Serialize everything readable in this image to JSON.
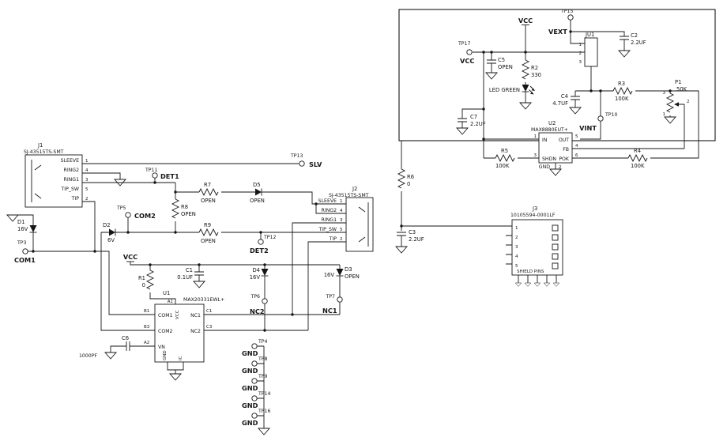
{
  "colors": {
    "ink": "#161616",
    "background": "#ffffff"
  },
  "left": {
    "j1": {
      "ref": "J1",
      "part": "SJ-43515TS-SMT",
      "pins": [
        {
          "name": "SLEEVE",
          "num": "1"
        },
        {
          "name": "RING2",
          "num": "4"
        },
        {
          "name": "RING1",
          "num": "3"
        },
        {
          "name": "TIP_SW",
          "num": "5"
        },
        {
          "name": "TIP",
          "num": "2"
        }
      ]
    },
    "j2": {
      "ref": "J2",
      "part": "SJ-43515TS-SMT",
      "pins": [
        {
          "name": "SLEEVE",
          "num": "1"
        },
        {
          "name": "RING2",
          "num": "4"
        },
        {
          "name": "RING1",
          "num": "3"
        },
        {
          "name": "TIP_SW",
          "num": "5"
        },
        {
          "name": "TIP",
          "num": "2"
        }
      ]
    },
    "u1": {
      "ref": "U1",
      "part": "MAX20331EWL+",
      "pins_left": [
        {
          "num": "B1",
          "name": "COM1"
        },
        {
          "num": "B3",
          "name": "COM2"
        },
        {
          "num": "A2",
          "name": "VN"
        }
      ],
      "pins_right": [
        {
          "num": "C1",
          "name": "NC1"
        },
        {
          "num": "C3",
          "name": "NC2"
        }
      ],
      "pin_top": {
        "num": "A1",
        "name": "VCC"
      },
      "pins_bottom": [
        {
          "name": "GND"
        },
        {
          "name": "IC"
        }
      ]
    },
    "r1": {
      "ref": "R1",
      "value": "0"
    },
    "r7": {
      "ref": "R7",
      "value": "OPEN"
    },
    "r8": {
      "ref": "R8",
      "value": "OPEN"
    },
    "r9": {
      "ref": "R9",
      "value": "OPEN"
    },
    "d1": {
      "ref": "D1",
      "value": "16V"
    },
    "d2": {
      "ref": "D2",
      "value": "6V"
    },
    "d3": {
      "ref": "D3",
      "value": "16V",
      "note": "OPEN"
    },
    "d4": {
      "ref": "D4",
      "value": "16V"
    },
    "d5": {
      "ref": "D5",
      "value": "OPEN"
    },
    "c1": {
      "ref": "C1",
      "value": "0.1UF"
    },
    "c6": {
      "ref": "C6",
      "value": "1000PF"
    },
    "vcc": "VCC",
    "tp3": {
      "ref": "TP3",
      "net": "COM1"
    },
    "tp5": {
      "ref": "TP5",
      "net": "COM2"
    },
    "tp6": {
      "ref": "TP6",
      "net": "NC2"
    },
    "tp7": {
      "ref": "TP7",
      "net": "NC1"
    },
    "tp11": {
      "ref": "TP11",
      "net": "DET1"
    },
    "tp12": {
      "ref": "TP12",
      "net": "DET2"
    },
    "tp13": {
      "ref": "TP13",
      "net": "SLV"
    },
    "gnd_tps": [
      {
        "ref": "TP4",
        "net": "GND"
      },
      {
        "ref": "TP8",
        "net": "GND"
      },
      {
        "ref": "TP9",
        "net": "GND"
      },
      {
        "ref": "TP14",
        "net": "GND"
      },
      {
        "ref": "TP16",
        "net": "GND"
      }
    ]
  },
  "right": {
    "tp15": {
      "ref": "TP15",
      "net": "VEXT"
    },
    "tp17": {
      "ref": "TP17",
      "net": "VCC"
    },
    "tp10": {
      "ref": "TP10",
      "net": "VINT"
    },
    "vcc": "VCC",
    "ju1": {
      "ref": "JU1",
      "pins": [
        "1",
        "2",
        "3"
      ]
    },
    "r2": {
      "ref": "R2",
      "value": "330"
    },
    "r3": {
      "ref": "R3",
      "value": "100K"
    },
    "r4": {
      "ref": "R4",
      "value": "100K"
    },
    "r5": {
      "ref": "R5",
      "value": "100K"
    },
    "r6": {
      "ref": "R6",
      "value": "0"
    },
    "p1": {
      "ref": "P1",
      "value": "50K",
      "pins": [
        "1",
        "2",
        "3"
      ]
    },
    "c2": {
      "ref": "C2",
      "value": "2.2UF"
    },
    "c3": {
      "ref": "C3",
      "value": "2.2UF"
    },
    "c4": {
      "ref": "C4",
      "value": "4.7UF"
    },
    "c5": {
      "ref": "C5",
      "value": "OPEN"
    },
    "c7": {
      "ref": "C7",
      "value": "2.2UF"
    },
    "led": {
      "label": "LED GREEN"
    },
    "u2": {
      "ref": "U2",
      "part": "MAX8880EUT+",
      "pins": {
        "in": {
          "num": "1",
          "name": "IN"
        },
        "shdn": {
          "num": "3",
          "name": "SHDN"
        },
        "out": {
          "num": "5",
          "name": "OUT"
        },
        "fb": {
          "num": "4",
          "name": "FB"
        },
        "pok": {
          "num": "6",
          "name": "POK"
        },
        "gnd": {
          "num": "2",
          "name": "GND"
        }
      }
    },
    "j3": {
      "ref": "J3",
      "part": "10105594-0001LF",
      "pins": [
        "1",
        "2",
        "3",
        "4",
        "5"
      ],
      "shield": "SHIELD PINS"
    }
  }
}
